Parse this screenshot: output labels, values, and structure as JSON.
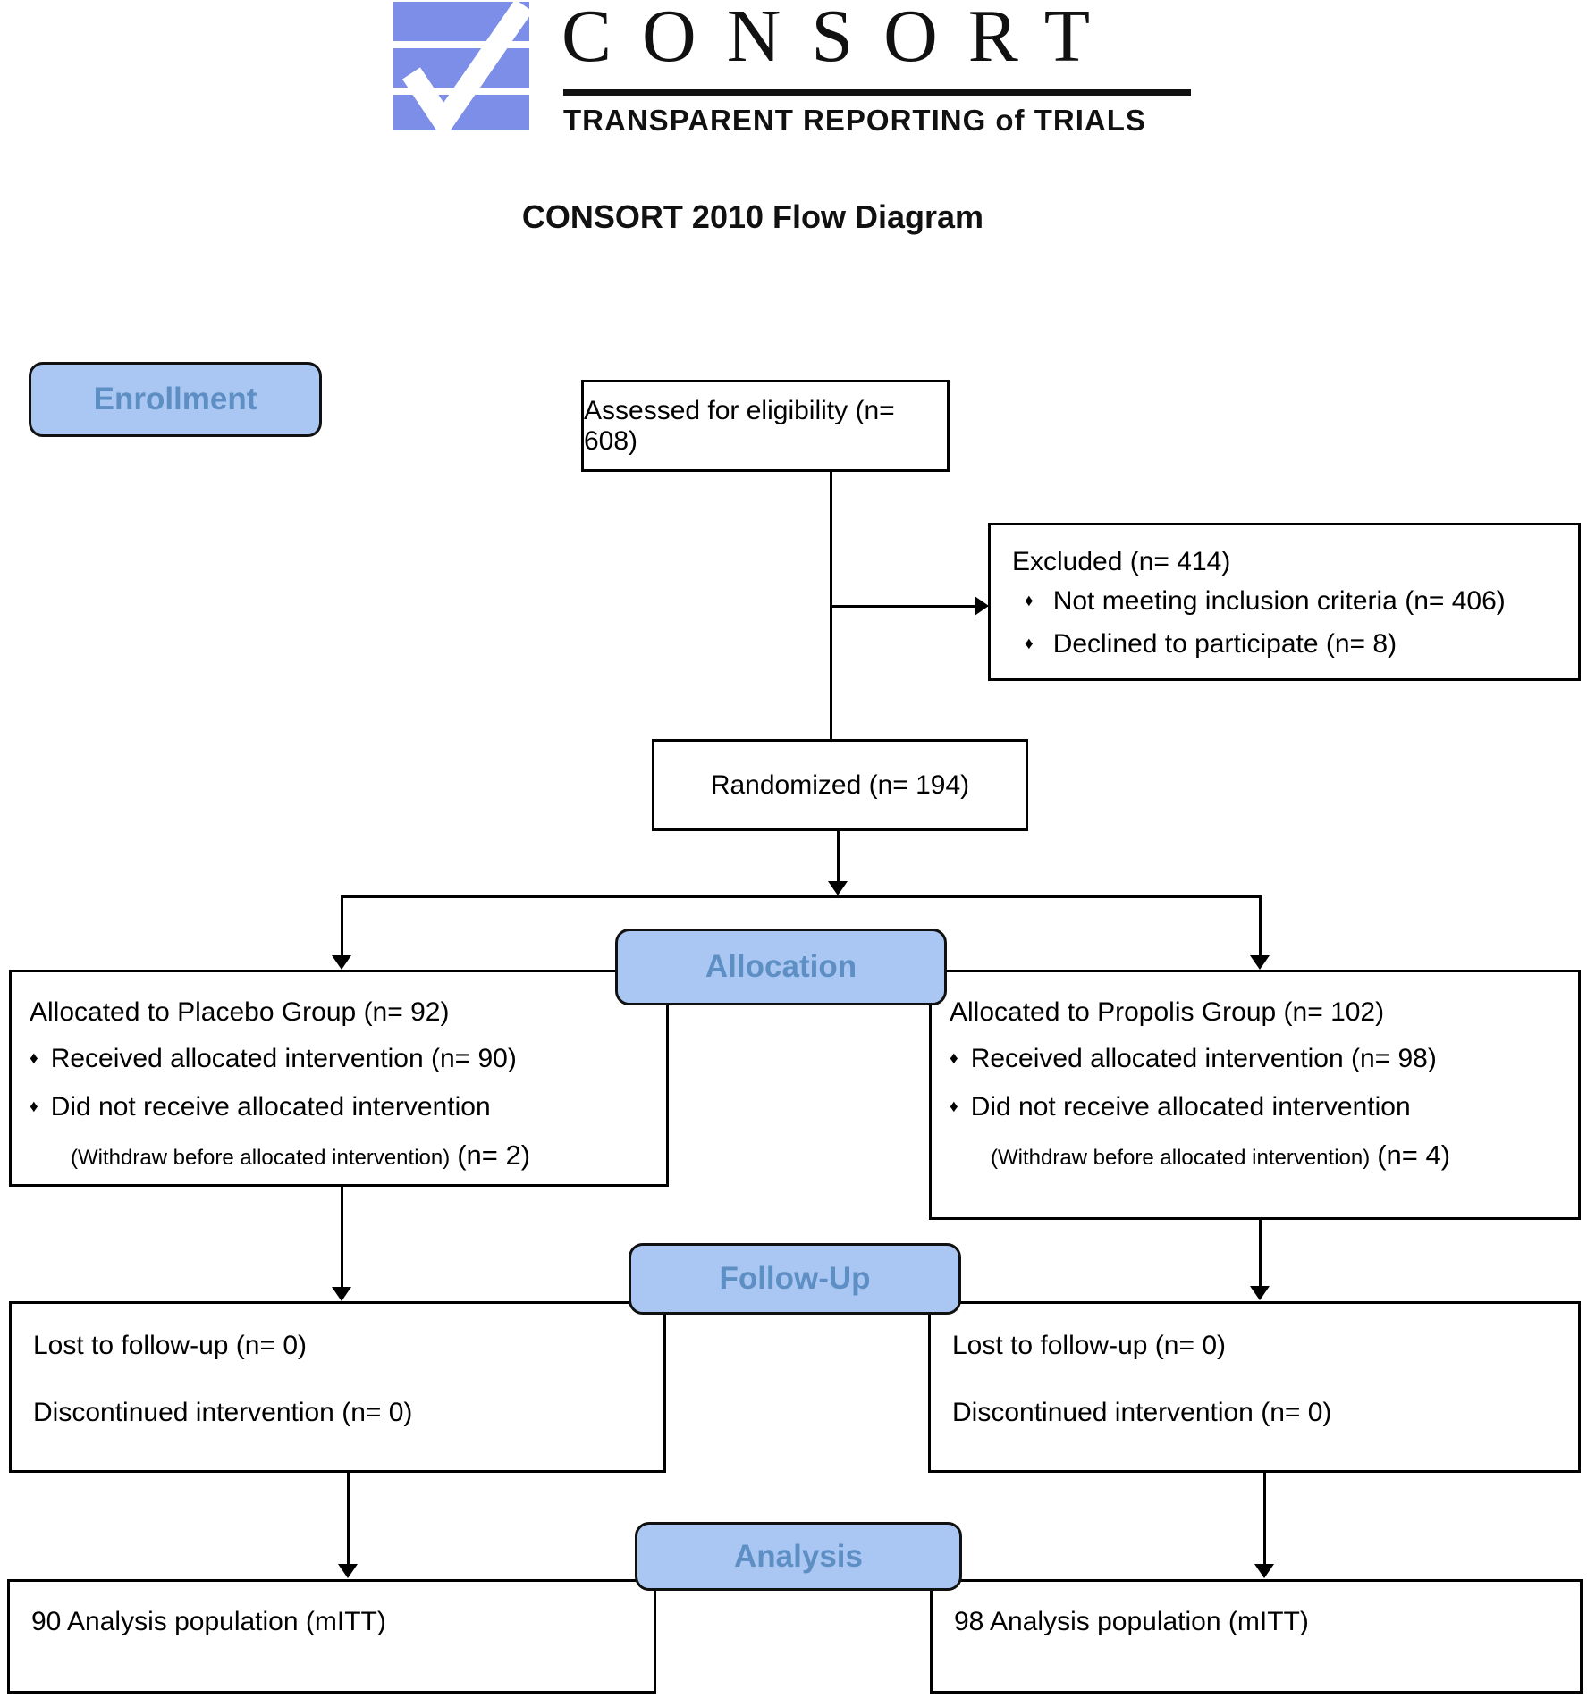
{
  "logo": {
    "brand": "CONSORT",
    "tagline": "TRANSPARENT REPORTING of TRIALS",
    "icon": "consort-checkmark-logo",
    "icon_color": "#7c8ee8"
  },
  "title": "CONSORT 2010 Flow Diagram",
  "colors": {
    "stage_fill": "#a9c7f2",
    "stage_text": "#5e8fc4",
    "line": "#000000"
  },
  "bullet_icon": "♦",
  "stages": {
    "enrollment": "Enrollment",
    "allocation": "Allocation",
    "followup": "Follow-Up",
    "analysis": "Analysis"
  },
  "flow": {
    "assessed": {
      "label": "Assessed for eligibility (n= 608)"
    },
    "excluded": {
      "title": "Excluded (n= 414)",
      "bullets": [
        "Not meeting inclusion criteria (n= 406)",
        "Declined to participate (n= 8)"
      ]
    },
    "randomized": {
      "label": "Randomized (n= 194)"
    },
    "allocation_left": {
      "title": "Allocated to Placebo Group (n= 92)",
      "bullets": [
        "Received allocated intervention (n= 90)",
        "Did not receive allocated intervention"
      ],
      "withdraw_note": "(Withdraw before allocated intervention)",
      "withdraw_n": "(n= 2)"
    },
    "allocation_right": {
      "title": "Allocated to Propolis Group (n= 102)",
      "bullets": [
        "Received allocated intervention (n= 98)",
        "Did not receive allocated intervention"
      ],
      "withdraw_note": "(Withdraw before allocated intervention)",
      "withdraw_n": "(n= 4)"
    },
    "followup_left": {
      "lines": [
        "Lost to follow-up (n= 0)",
        "Discontinued intervention (n= 0)"
      ]
    },
    "followup_right": {
      "lines": [
        "Lost to follow-up (n= 0)",
        "Discontinued intervention (n= 0)"
      ]
    },
    "analysis_left": {
      "label": "90 Analysis population (mITT)"
    },
    "analysis_right": {
      "label": "98 Analysis population (mITT)"
    }
  }
}
